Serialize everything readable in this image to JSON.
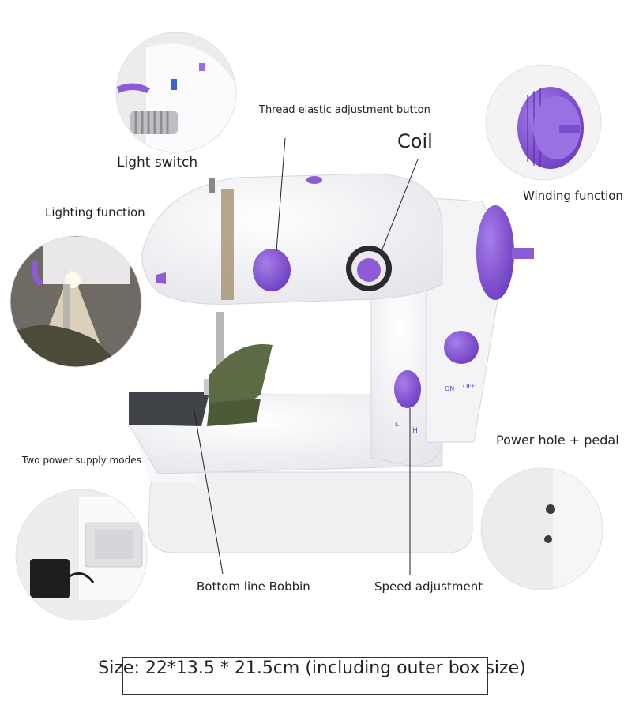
{
  "labels": {
    "thread_elastic": "Thread elastic adjustment button",
    "coil": "Coil",
    "light_switch": "Light switch",
    "winding": "Winding function",
    "lighting": "Lighting function",
    "power_hole": "Power hole + pedal",
    "two_power": "Two power supply modes",
    "bottom_bobbin": "Bottom line Bobbin",
    "speed": "Speed adjustment"
  },
  "switch_labels": {
    "on": "ON",
    "off": "OFF",
    "low": "L",
    "high": "H"
  },
  "size_text": "Size: 22*13.5 * 21.5cm (including outer box size)",
  "colors": {
    "accent_purple": "#8b5cd6",
    "body_white": "#f7f7fa"
  }
}
